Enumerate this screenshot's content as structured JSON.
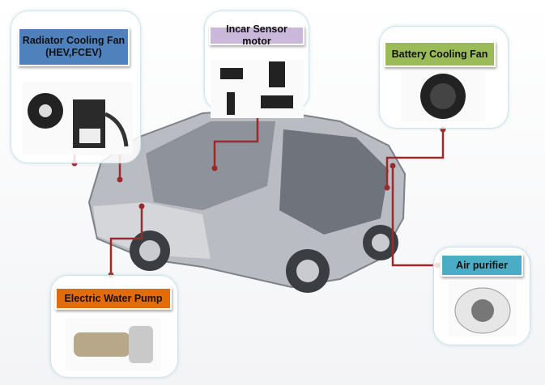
{
  "components": [
    {
      "id": "radiator",
      "label_line1": "Radiator Cooling Fan",
      "label_line2": "(HEV,FCEV)",
      "color": "#4f81bd"
    },
    {
      "id": "incar",
      "label": "Incar Sensor motor",
      "color": "#c9b8da"
    },
    {
      "id": "battery",
      "label": "Battery Cooling Fan",
      "color": "#9bbb59"
    },
    {
      "id": "air",
      "label": "Air purifier",
      "color": "#4bacc6"
    },
    {
      "id": "pump",
      "label": "Electric Water Pump",
      "color": "#e36c0a"
    }
  ],
  "connector_color": "#9b2b2b"
}
